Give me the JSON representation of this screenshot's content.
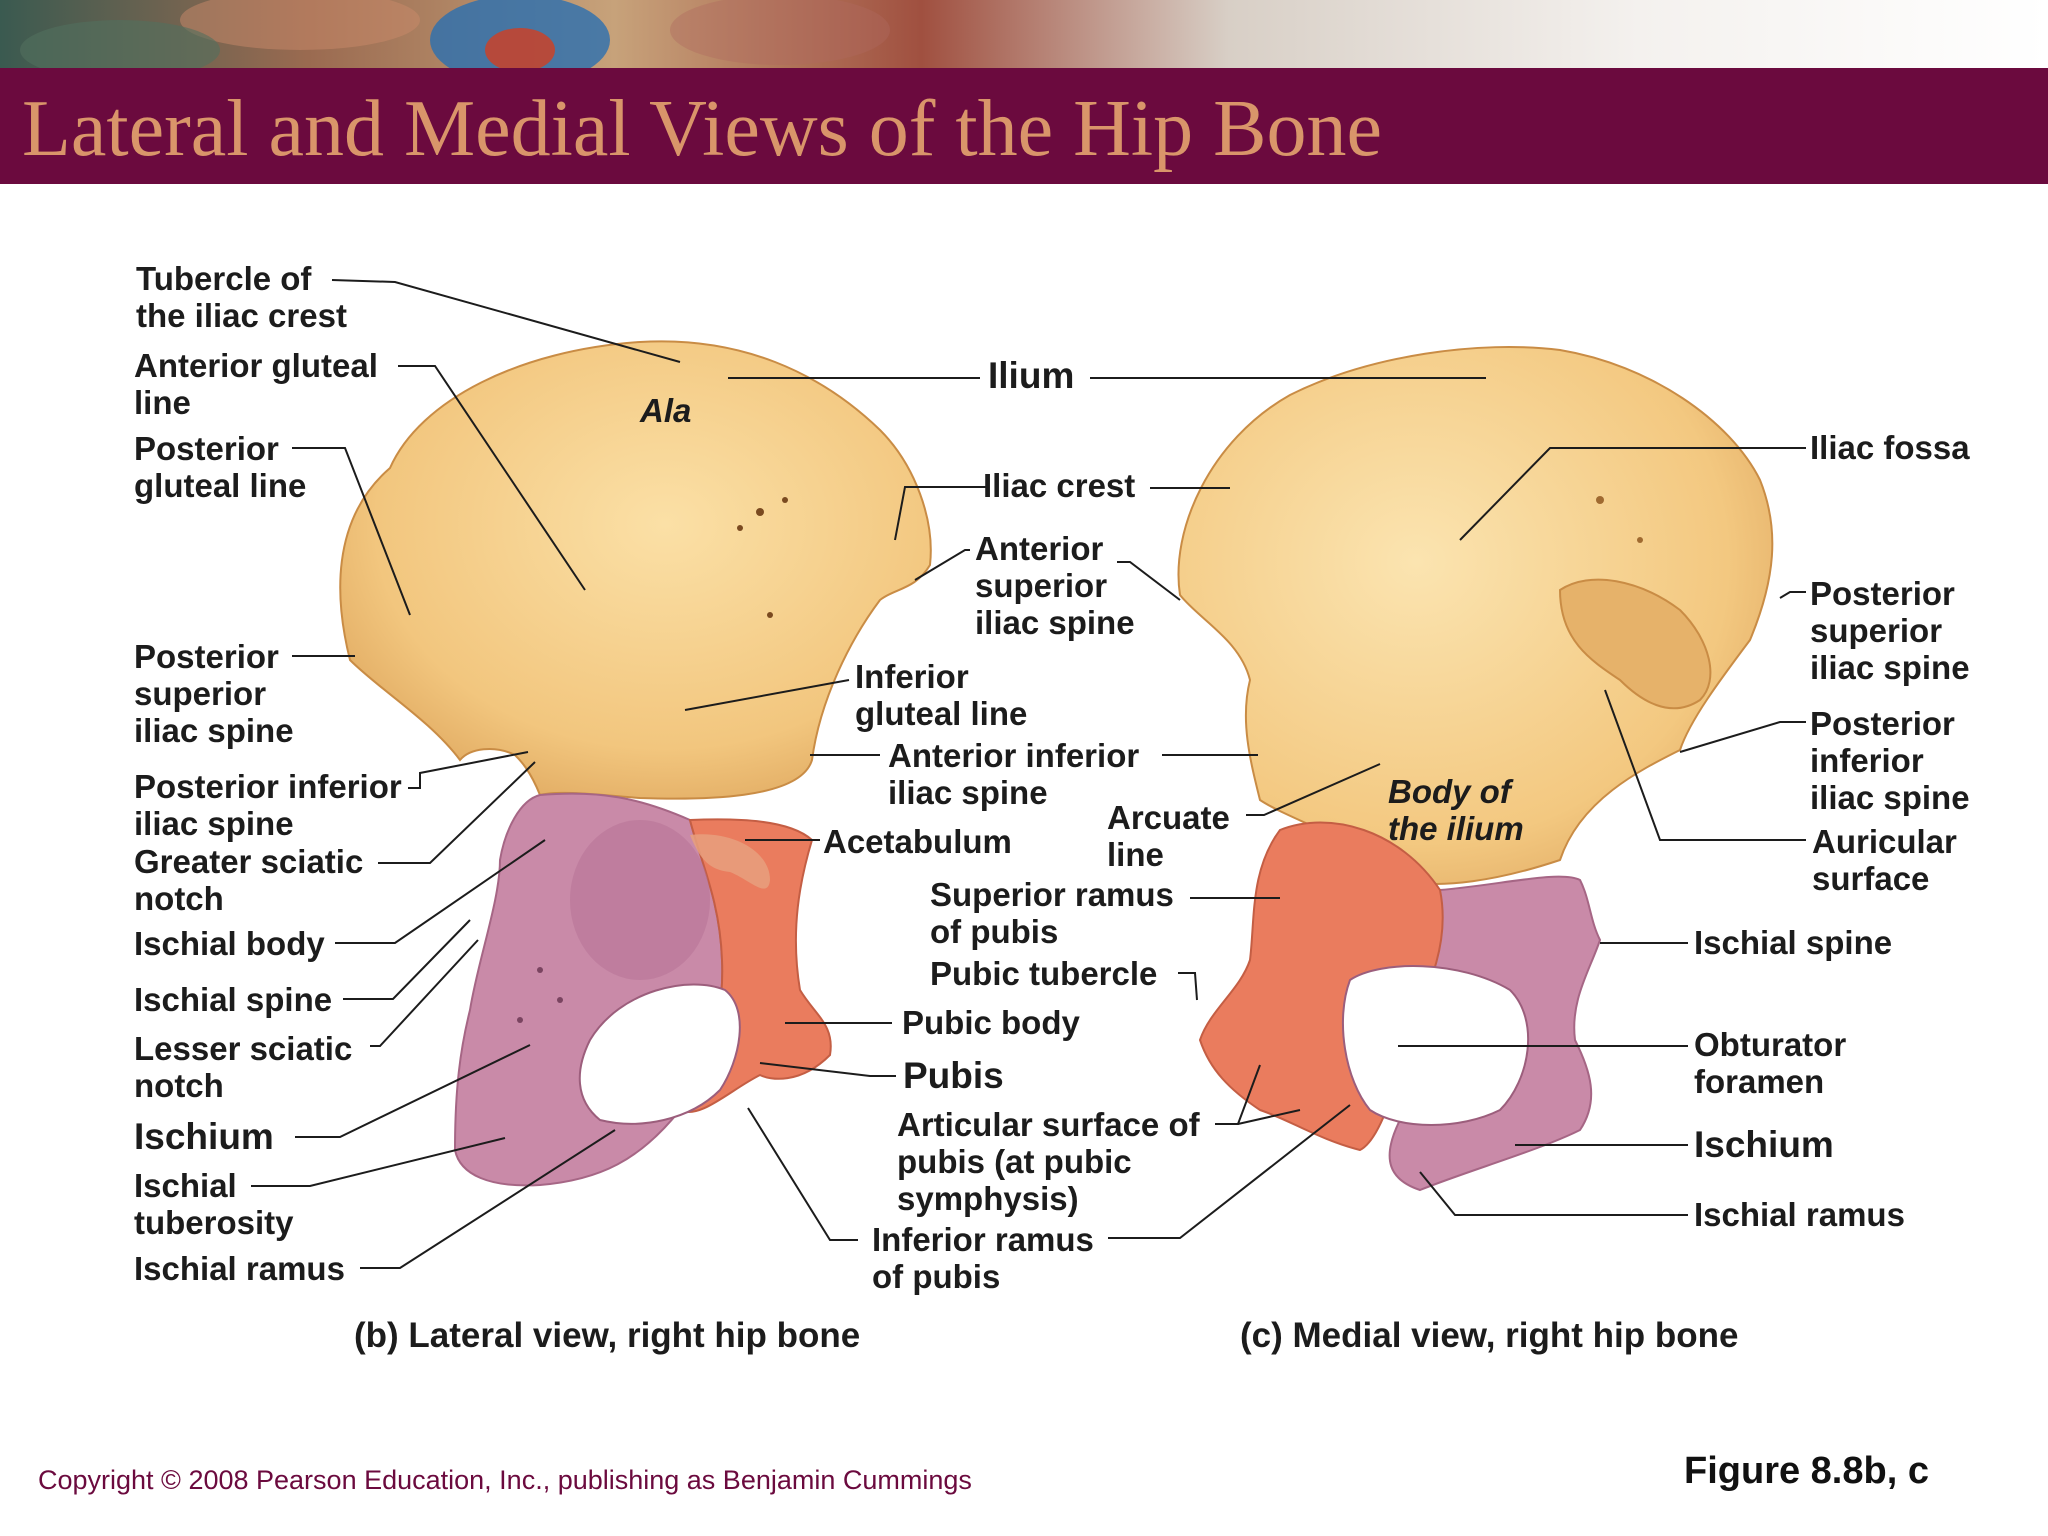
{
  "slide": {
    "title": "Lateral and Medial Views of the Hip Bone",
    "copyright": "Copyright © 2008 Pearson Education, Inc., publishing as Benjamin Cummings",
    "figure_ref": "Figure 8.8b, c"
  },
  "colors": {
    "title_bar": "#6b0a3e",
    "title_text": "#d9956a",
    "ilium": "#f2c67e",
    "ischium": "#c98aa8",
    "pubis": "#ea7c5e"
  },
  "lateral_view": {
    "caption": "(b) Lateral view, right hip bone",
    "labels": {
      "tubercle_iliac_crest": "Tubercle of\nthe iliac crest",
      "anterior_gluteal_line": "Anterior gluteal\nline",
      "posterior_gluteal_line": "Posterior\ngluteal line",
      "posterior_superior_iliac_spine": "Posterior\nsuperior\niliac spine",
      "posterior_inferior_iliac_spine": "Posterior inferior\niliac spine",
      "greater_sciatic_notch": "Greater sciatic\nnotch",
      "ischial_body": "Ischial body",
      "ischial_spine": "Ischial spine",
      "lesser_sciatic_notch": "Lesser sciatic\nnotch",
      "ischium": "Ischium",
      "ischial_tuberosity": "Ischial\ntuberosity",
      "ischial_ramus": "Ischial ramus",
      "ala": "Ala",
      "ilium": "Ilium",
      "iliac_crest": "Iliac crest",
      "anterior_superior_iliac_spine": "Anterior\nsuperior\niliac spine",
      "inferior_gluteal_line": "Inferior\ngluteal line",
      "anterior_inferior_iliac_spine": "Anterior inferior\niliac spine",
      "acetabulum": "Acetabulum",
      "superior_ramus_pubis": "Superior ramus\nof pubis",
      "pubic_tubercle": "Pubic tubercle",
      "pubic_body": "Pubic body",
      "pubis": "Pubis",
      "articular_surface_pubis": "Articular surface of\npubis (at pubic\nsymphysis)",
      "inferior_ramus_pubis": "Inferior ramus\nof pubis"
    }
  },
  "medial_view": {
    "caption": "(c) Medial view, right hip bone",
    "labels": {
      "arcuate_line": "Arcuate\nline",
      "body_of_ilium": "Body of\nthe ilium",
      "iliac_fossa": "Iliac fossa",
      "posterior_superior_iliac_spine": "Posterior\nsuperior\niliac spine",
      "posterior_inferior_iliac_spine": "Posterior\ninferior\niliac spine",
      "auricular_surface": "Auricular\nsurface",
      "ischial_spine": "Ischial spine",
      "obturator_foramen": "Obturator\nforamen",
      "ischium": "Ischium",
      "ischial_ramus": "Ischial ramus"
    }
  }
}
